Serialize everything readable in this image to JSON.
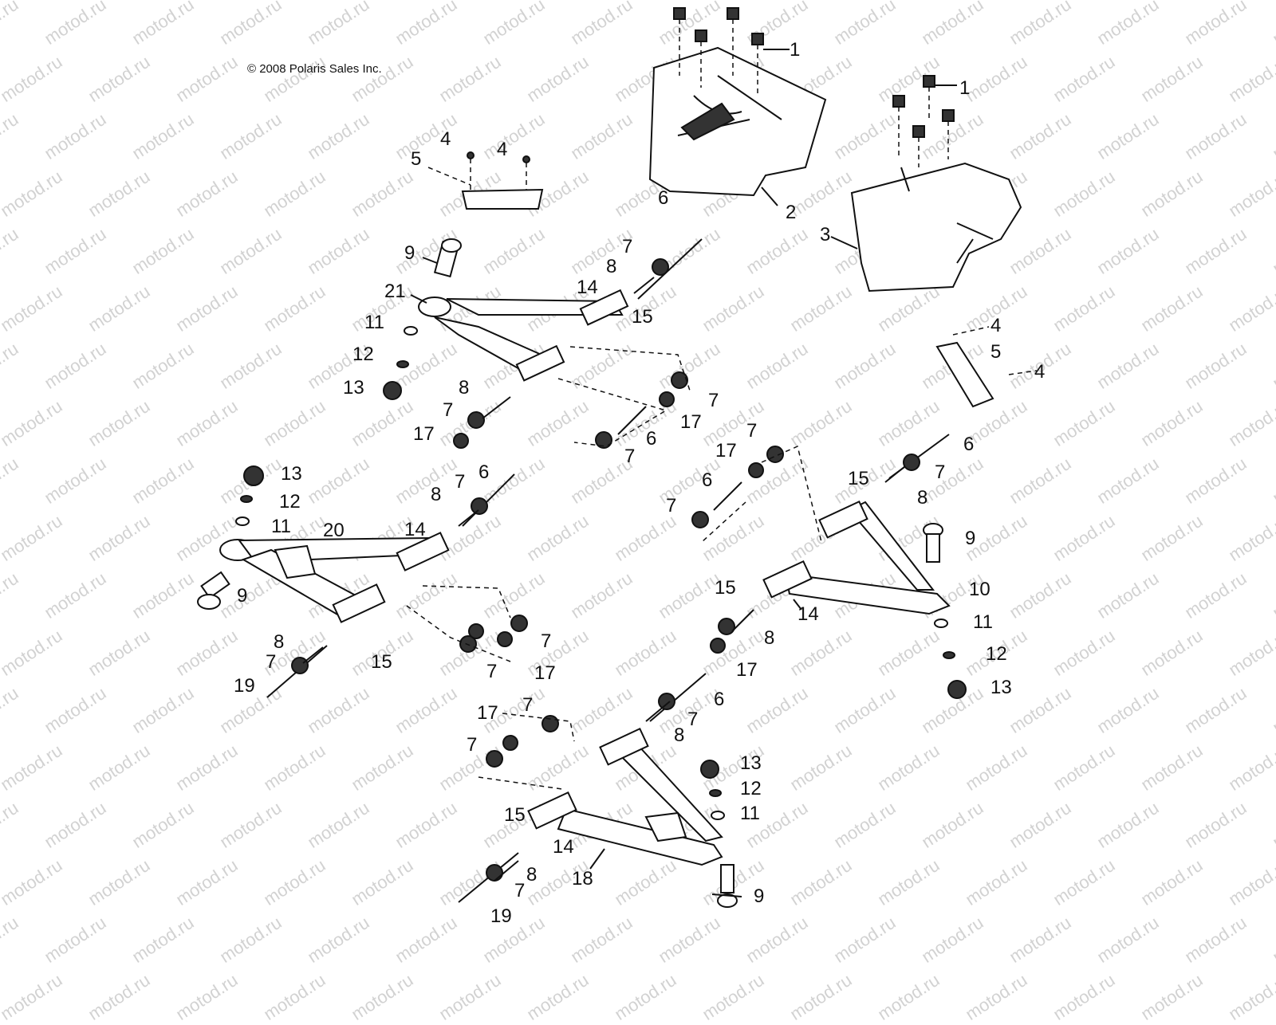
{
  "copyright": "© 2008 Polaris Sales Inc.",
  "watermark": "motod.ru",
  "callouts": {
    "c1a": "1",
    "c1b": "1",
    "c2": "2",
    "c3": "3",
    "c4a": "4",
    "c4b": "4",
    "c4c": "4",
    "c4d": "4",
    "c5a": "5",
    "c5b": "5",
    "c6a": "6",
    "c6b": "6",
    "c6c": "6",
    "c6d": "6",
    "c6e": "6",
    "c6f": "6",
    "c7a": "7",
    "c7b": "7",
    "c7c": "7",
    "c7d": "7",
    "c7e": "7",
    "c7f": "7",
    "c7g": "7",
    "c7h": "7",
    "c7i": "7",
    "c7j": "7",
    "c7k": "7",
    "c7l": "7",
    "c7m": "7",
    "c7n": "7",
    "c7o": "7",
    "c8a": "8",
    "c8b": "8",
    "c8c": "8",
    "c8d": "8",
    "c8e": "8",
    "c8f": "8",
    "c8g": "8",
    "c8h": "8",
    "c9a": "9",
    "c9b": "9",
    "c9c": "9",
    "c9d": "9",
    "c10": "10",
    "c11a": "11",
    "c11b": "11",
    "c11c": "11",
    "c11d": "11",
    "c12a": "12",
    "c12b": "12",
    "c12c": "12",
    "c12d": "12",
    "c13a": "13",
    "c13b": "13",
    "c13c": "13",
    "c13d": "13",
    "c14a": "14",
    "c14b": "14",
    "c14c": "14",
    "c14d": "14",
    "c15a": "15",
    "c15b": "15",
    "c15c": "15",
    "c15d": "15",
    "c15e": "15",
    "c17a": "17",
    "c17b": "17",
    "c17c": "17",
    "c17d": "17",
    "c17e": "17",
    "c17f": "17",
    "c18": "18",
    "c19a": "19",
    "c19b": "19",
    "c20": "20",
    "c21": "21"
  }
}
